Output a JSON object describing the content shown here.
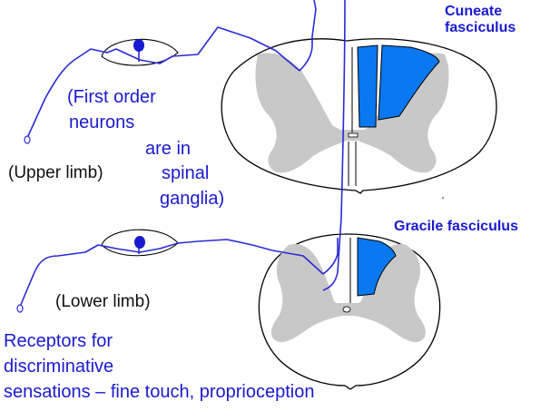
{
  "labels": {
    "cuneate_line1": "Cuneate",
    "cuneate_line2": "fasciculus",
    "gracile": "Gracile fasciculus",
    "first_order_line1": "(First order",
    "first_order_line2": "neurons",
    "first_order_line3": "are in",
    "first_order_line4": "spinal",
    "first_order_line5": "ganglia)",
    "upper_limb": "(Upper limb)",
    "lower_limb": "(Lower limb)",
    "receptors_line1": "Receptors for",
    "receptors_line2": "discriminative",
    "receptors_line3": "sensations – fine touch, proprioception"
  },
  "colors": {
    "tract_fill": "#0a78f0",
    "neuron_line": "#2a2ad6",
    "grey_matter": "#c8c8c8",
    "text_blue": "#1a1ad0",
    "outline": "#000000"
  }
}
